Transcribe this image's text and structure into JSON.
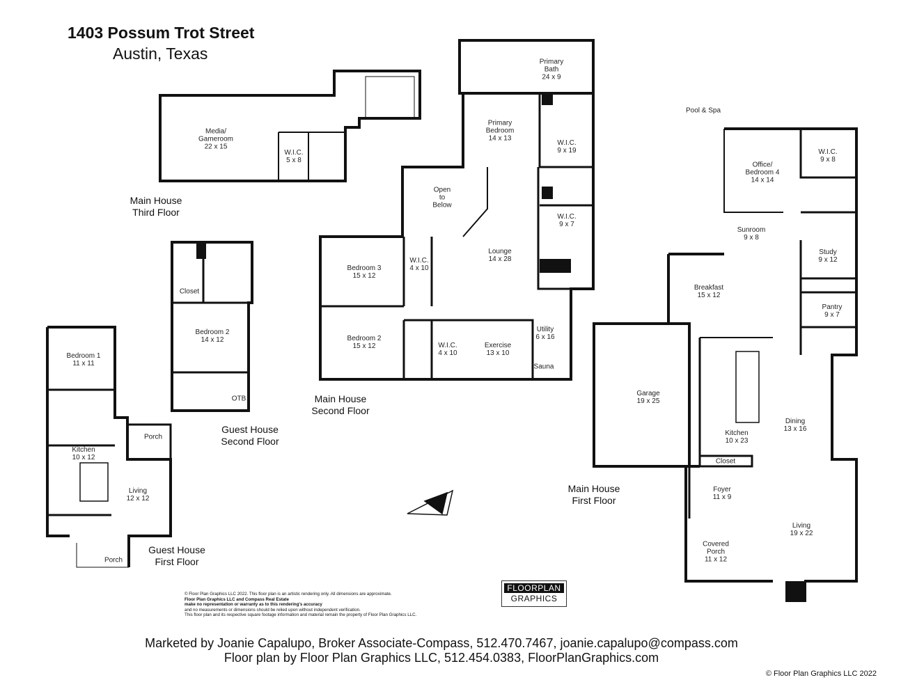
{
  "header": {
    "address": "1403 Possum Trot Street",
    "city": "Austin, Texas"
  },
  "floors": {
    "main_third": [
      "Main House",
      "Third Floor"
    ],
    "main_second": [
      "Main House",
      "Second Floor"
    ],
    "main_first": [
      "Main House",
      "First Floor"
    ],
    "guest_second": [
      "Guest House",
      "Second Floor"
    ],
    "guest_first": [
      "Guest House",
      "First Floor"
    ]
  },
  "rooms": {
    "media": [
      "Media/",
      "Gameroom",
      "22 x 15"
    ],
    "wic_third": [
      "W.I.C.",
      "5 x 8"
    ],
    "primary_bath": [
      "Primary",
      "Bath",
      "24 x 9"
    ],
    "primary_bedroom": [
      "Primary",
      "Bedroom",
      "14 x 13"
    ],
    "wic_919": [
      "W.I.C.",
      "9 x 19"
    ],
    "open_below": [
      "Open",
      "to",
      "Below"
    ],
    "wic_97": [
      "W.I.C.",
      "9 x 7"
    ],
    "lounge": [
      "Lounge",
      "14 x 28"
    ],
    "bedroom3": [
      "Bedroom 3",
      "15 x 12"
    ],
    "wic_410a": [
      "W.I.C.",
      "4 x 10"
    ],
    "bedroom2_main": [
      "Bedroom 2",
      "15 x 12"
    ],
    "wic_410b": [
      "W.I.C.",
      "4 x 10"
    ],
    "exercise": [
      "Exercise",
      "13 x 10"
    ],
    "utility": [
      "Utility",
      "6 x 16"
    ],
    "sauna": [
      "Sauna"
    ],
    "guest_closet": [
      "Closet"
    ],
    "guest_bedroom2": [
      "Bedroom 2",
      "14 x 12"
    ],
    "otb": [
      "OTB"
    ],
    "guest_bedroom1": [
      "Bedroom 1",
      "11 x 11"
    ],
    "guest_kitchen": [
      "Kitchen",
      "10 x 12"
    ],
    "guest_porch_top": [
      "Porch"
    ],
    "guest_living": [
      "Living",
      "12 x 12"
    ],
    "guest_porch_bottom": [
      "Porch"
    ],
    "pool_spa": [
      "Pool & Spa"
    ],
    "office": [
      "Office/",
      "Bedroom 4",
      "14 x 14"
    ],
    "wic_98": [
      "W.I.C.",
      "9 x 8"
    ],
    "sunroom": [
      "Sunroom",
      "9 x 8"
    ],
    "study": [
      "Study",
      "9 x 12"
    ],
    "breakfast": [
      "Breakfast",
      "15 x 12"
    ],
    "pantry": [
      "Pantry",
      "9 x 7"
    ],
    "garage": [
      "Garage",
      "19 x 25"
    ],
    "kitchen": [
      "Kitchen",
      "10 x 23"
    ],
    "dining": [
      "Dining",
      "13 x 16"
    ],
    "closet_first": [
      "Closet"
    ],
    "foyer": [
      "Foyer",
      "11 x 9"
    ],
    "living": [
      "Living",
      "19 x 22"
    ],
    "covered_porch": [
      "Covered",
      "Porch",
      "11 x 12"
    ]
  },
  "disclaimer": [
    "© Floor Plan Graphics LLC 2022. This floor plan is an artistic rendering only. All dimensions are approximate.",
    "Floor Plan Graphics LLC and Compass Real Estate",
    "make no representation or warranty as to this rendering's accuracy",
    "and no measurements or dimensions should be relied upon without independent verification.",
    "This floor plan and its respective square footage information and material remain the property of Floor Plan Graphics LLC."
  ],
  "logo": [
    "FLOORPLAN",
    "GRAPHICS"
  ],
  "footer": {
    "marketed_by": "Marketed by Joanie Capalupo, Broker Associate-Compass, 512.470.7467, joanie.capalupo@compass.com",
    "floor_plan_by": "Floor plan by Floor Plan Graphics LLC, 512.454.0383, FloorPlanGraphics.com"
  },
  "copyright": "© Floor Plan Graphics LLC 2022"
}
